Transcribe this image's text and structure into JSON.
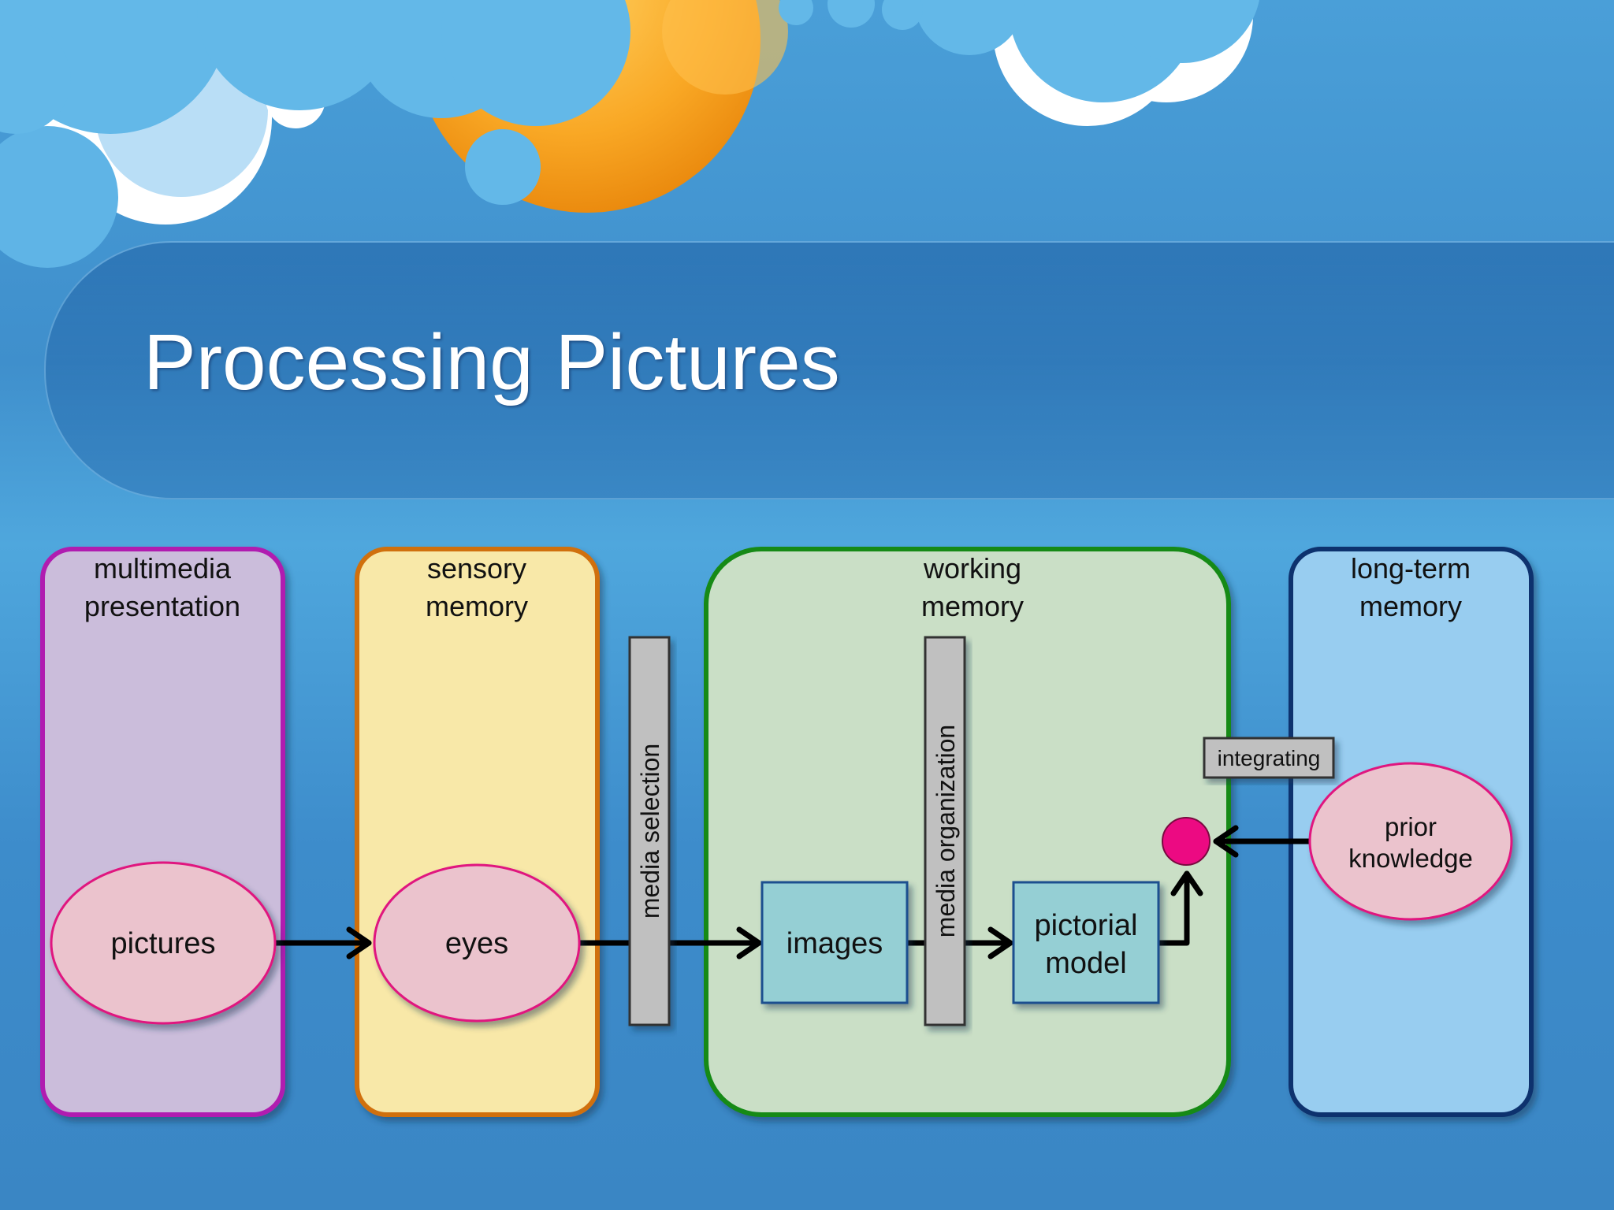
{
  "title": "Processing Pictures",
  "colors": {
    "multimedia": "#cbbddb",
    "multimedia_border": "#b01fb0",
    "sensory": "#f8e8a8",
    "sensory_border": "#d07010",
    "working": "#cadfc6",
    "working_border": "#128a12",
    "longterm": "#98cdf0",
    "longterm_border": "#10306e",
    "ellipse_fill": "#ebc3cd",
    "ellipse_border": "#e0137f",
    "box_fill": "#95cfd4",
    "box_border": "#1f4f8f",
    "bar_fill": "#c0c0c0",
    "dot": "#ec0a82"
  },
  "columns": {
    "multimedia": {
      "line1": "multimedia",
      "line2": "presentation"
    },
    "sensory": {
      "line1": "sensory",
      "line2": "memory"
    },
    "working": {
      "line1": "working",
      "line2": "memory"
    },
    "longterm": {
      "line1": "long-term",
      "line2": "memory"
    }
  },
  "nodes": {
    "pictures": "pictures",
    "eyes": "eyes",
    "images": "images",
    "pictorial_model": {
      "line1": "pictorial",
      "line2": "model"
    },
    "prior_knowledge": {
      "line1": "prior",
      "line2": "knowledge"
    }
  },
  "processes": {
    "media_selection": "media selection",
    "media_organization": "media organization",
    "integrating": "integrating"
  }
}
